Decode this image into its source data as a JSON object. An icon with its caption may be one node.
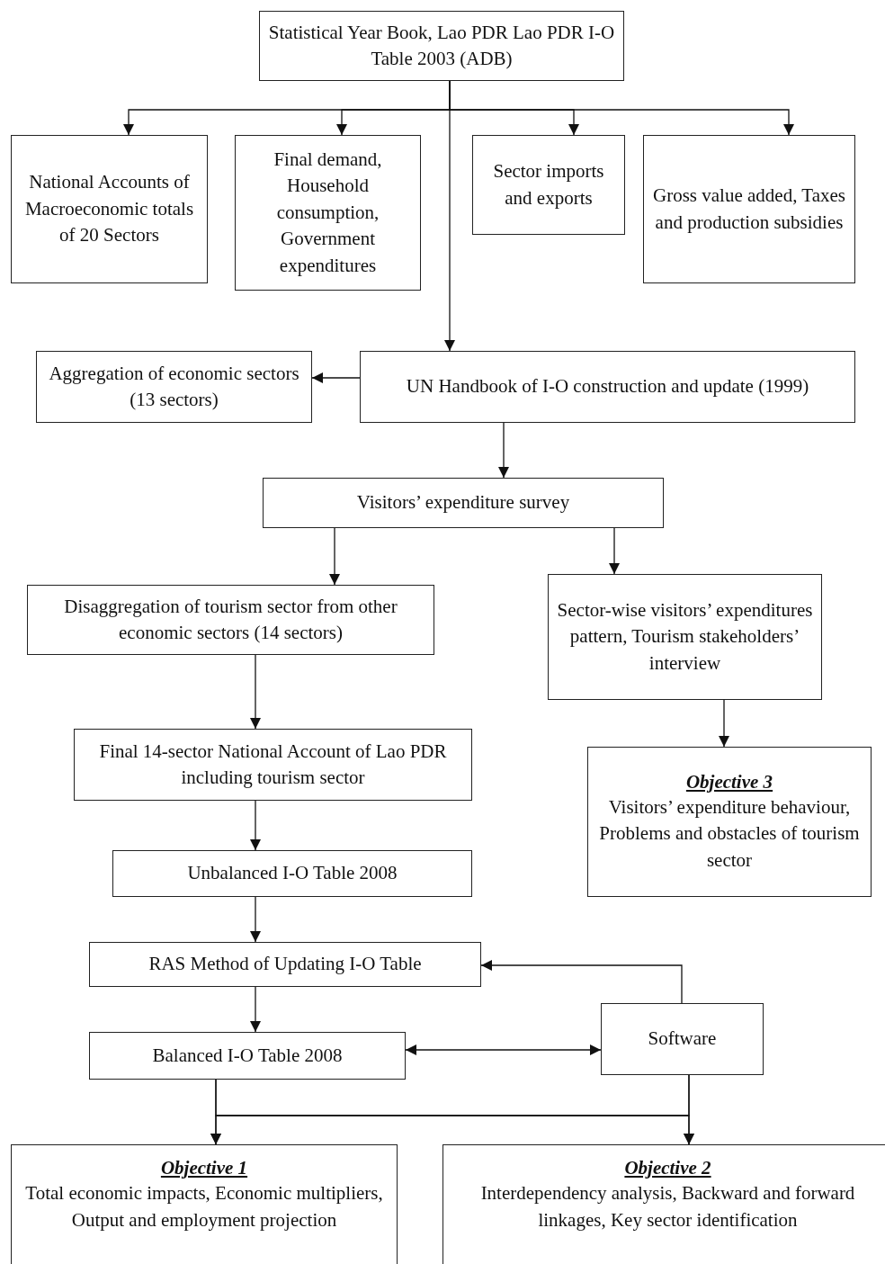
{
  "diagram": {
    "nodes": [
      {
        "text": [
          "Statistical Year Book, Lao PDR Lao PDR I-O Table 2003 (ADB)"
        ]
      },
      {
        "text": [
          "National Accounts of Macroeconomic totals of 20 Sectors"
        ]
      },
      {
        "text": [
          "Final demand, Household consumption, Government expenditures"
        ]
      },
      {
        "text": [
          "Sector imports and exports"
        ]
      },
      {
        "text": [
          "Gross value added, Taxes and production subsidies"
        ]
      },
      {
        "text": [
          "Aggregation of economic sectors (13 sectors)"
        ]
      },
      {
        "text": [
          "UN Handbook of I-O construction and update (1999)"
        ]
      },
      {
        "text": [
          "Visitors’ expenditure survey"
        ]
      },
      {
        "text": [
          "Disaggregation of tourism sector from other economic sectors (14 sectors)"
        ]
      },
      {
        "text": [
          "Sector-wise visitors’ expenditures pattern, Tourism stakeholders’ interview"
        ]
      },
      {
        "text": [
          "Final 14-sector National Account of Lao PDR including tourism sector"
        ]
      },
      {
        "text": [
          "Objective 3",
          "Visitors’ expenditure behaviour, Problems and obstacles of tourism sector"
        ]
      },
      {
        "text": [
          "Unbalanced I-O Table 2008"
        ]
      },
      {
        "text": [
          "RAS Method of Updating I-O Table"
        ]
      },
      {
        "text": [
          "Software"
        ]
      },
      {
        "text": [
          "Balanced I-O Table 2008"
        ]
      },
      {
        "text": [
          "Objective 1",
          "Total economic impacts, Economic multipliers, Output and employment projection"
        ]
      },
      {
        "text": [
          "Objective 2",
          "Interdependency analysis, Backward and forward linkages, Key sector identification"
        ]
      }
    ],
    "edges": [
      {
        "from": 0,
        "to": 1,
        "arrow": "to"
      },
      {
        "from": 0,
        "to": 2,
        "arrow": "to"
      },
      {
        "from": 0,
        "to": 3,
        "arrow": "to"
      },
      {
        "from": 0,
        "to": 4,
        "arrow": "to"
      },
      {
        "from": 0,
        "to": 6,
        "arrow": "to"
      },
      {
        "from": 6,
        "to": 5,
        "arrow": "to"
      },
      {
        "from": 6,
        "to": 7,
        "arrow": "to"
      },
      {
        "from": 7,
        "to": 8,
        "arrow": "to"
      },
      {
        "from": 7,
        "to": 9,
        "arrow": "to"
      },
      {
        "from": 9,
        "to": 11,
        "arrow": "to"
      },
      {
        "from": 8,
        "to": 10,
        "arrow": "to"
      },
      {
        "from": 10,
        "to": 12,
        "arrow": "to"
      },
      {
        "from": 12,
        "to": 13,
        "arrow": "to"
      },
      {
        "from": 13,
        "to": 15,
        "arrow": "to"
      },
      {
        "from": 14,
        "to": 13,
        "arrow": "to"
      },
      {
        "from": 15,
        "to": 14,
        "arrow": "both"
      },
      {
        "from": 15,
        "to": 16,
        "arrow": "to"
      },
      {
        "from": 15,
        "to": 17,
        "arrow": "to"
      },
      {
        "from": 14,
        "to": 16,
        "arrow": "to"
      },
      {
        "from": 14,
        "to": 17,
        "arrow": "to"
      }
    ]
  }
}
